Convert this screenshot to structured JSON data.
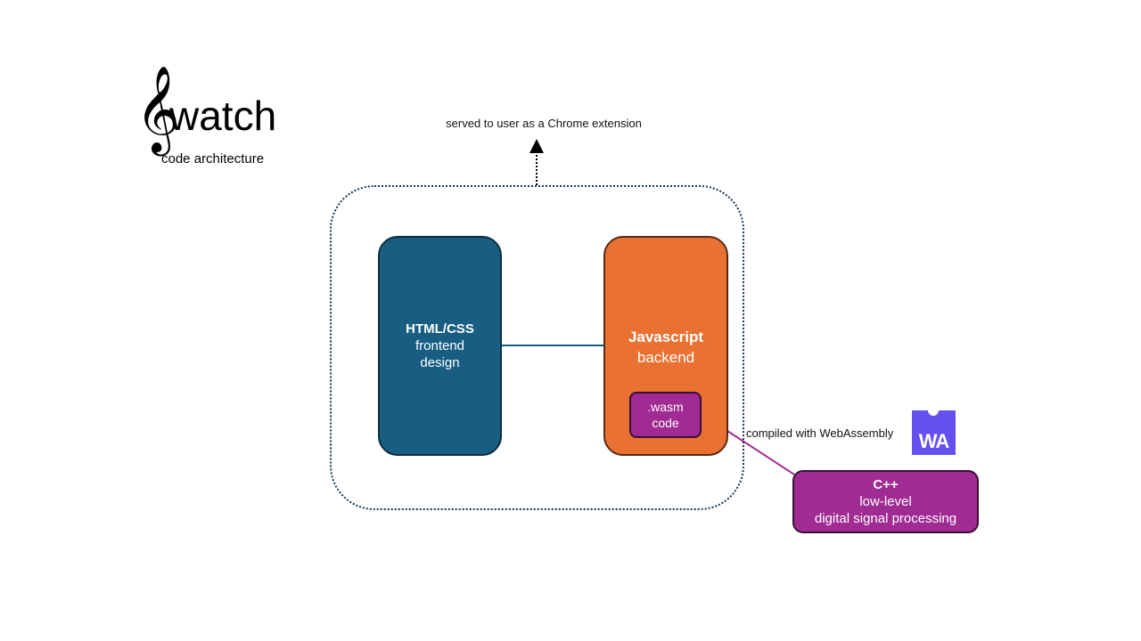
{
  "logo": {
    "clef_glyph": "𝄞",
    "icon": "treble-clef-icon",
    "name": "watch",
    "subtitle": "code architecture"
  },
  "diagram": {
    "served_caption": "served to user as a Chrome extension",
    "frontend": {
      "title": "HTML/CSS",
      "line1": "frontend",
      "line2": "design",
      "color": "#175e82"
    },
    "backend": {
      "title": "Javascript",
      "line1": "backend",
      "color": "#e97132"
    },
    "wasm": {
      "line1": ".wasm",
      "line2": "code",
      "color": "#a02b93"
    },
    "cpp": {
      "title": "C++",
      "line1": "low-level",
      "line2": "digital signal processing",
      "color": "#a02b93"
    },
    "compiled_caption": "compiled with WebAssembly",
    "webassembly_logo": {
      "icon": "webassembly-logo-icon",
      "text": "WA",
      "color": "#654ff0"
    }
  }
}
